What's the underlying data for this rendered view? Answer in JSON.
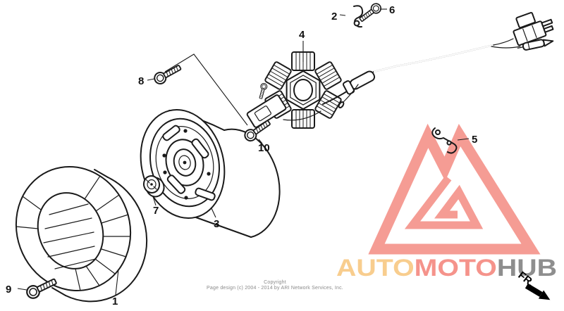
{
  "parts": {
    "labels": [
      "1",
      "2",
      "3",
      "4",
      "5",
      "6",
      "7",
      "8",
      "9",
      "10"
    ]
  },
  "watermark": {
    "triangle_color": "#f59c94",
    "segments": [
      {
        "text": "AUTO",
        "color": "#f8cd8e"
      },
      {
        "text": "MOTO",
        "color": "#f5938b"
      },
      {
        "text": "HUB",
        "color": "#8e8e8e"
      }
    ]
  },
  "direction": {
    "label": "FR."
  },
  "footer": {
    "line1": "Copyright",
    "line2": "Page design (c) 2004 - 2014 by ARI Network Services, Inc."
  },
  "canvas": {
    "background": "#ffffff",
    "line_color": "#1a1a1a"
  }
}
